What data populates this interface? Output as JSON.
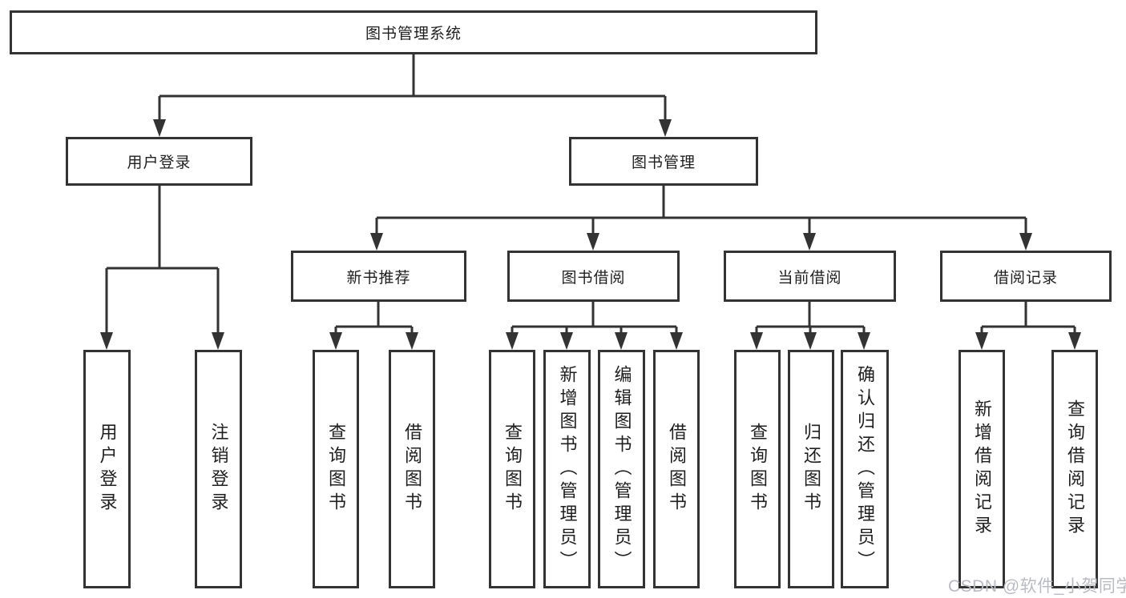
{
  "title": {
    "label": "图书管理系统"
  },
  "tree": [
    {
      "label": "用户登录",
      "children": [
        {
          "label": "用户登录"
        },
        {
          "label": "注销登录"
        }
      ]
    },
    {
      "label": "图书管理",
      "children": [
        {
          "label": "新书推荐",
          "children": [
            {
              "label": "查询图书"
            },
            {
              "label": "借阅图书"
            }
          ]
        },
        {
          "label": "图书借阅",
          "children": [
            {
              "label": "查询图书"
            },
            {
              "label": "新增图书（管理员）"
            },
            {
              "label": "编辑图书（管理员）"
            },
            {
              "label": "借阅图书"
            }
          ]
        },
        {
          "label": "当前借阅",
          "children": [
            {
              "label": "查询图书"
            },
            {
              "label": "归还图书"
            },
            {
              "label": "确认归还（管理员）"
            }
          ]
        },
        {
          "label": "借阅记录",
          "children": [
            {
              "label": "新增借阅记录"
            },
            {
              "label": "查询借阅记录"
            }
          ]
        }
      ]
    }
  ],
  "watermark": {
    "text": "CSDN @软件_小贺同学"
  },
  "colors": {
    "line": "#333333",
    "text": "#1f1f1f",
    "box_background": "#ffffff",
    "watermark": "#b9bbc2"
  }
}
